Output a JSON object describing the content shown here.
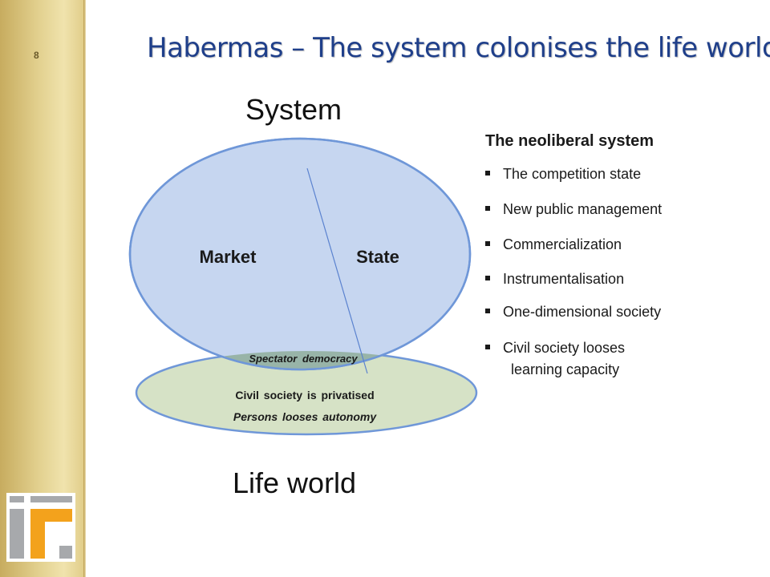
{
  "slide": {
    "number": "8",
    "title": "Habermas – The system colonises the life world"
  },
  "diagram": {
    "system_label": "System",
    "life_world_label": "Life world",
    "market_label": "Market",
    "state_label": "State",
    "overlap_label": "Spectator democracy",
    "life_line1": "Civil society is privatised",
    "life_line2": "Persons looses autonomy",
    "colors": {
      "system_fill": "#c6d6f0",
      "system_stroke": "#6f97d8",
      "life_fill": "#d6e2c6",
      "overlap_fill": "#98b4a8",
      "title_color": "#1f3f8a"
    }
  },
  "panel": {
    "title": "The neoliberal system",
    "items": [
      "The competition state",
      "New public management",
      "Commercialization",
      "Instrumentalisation",
      "One-dimensional society",
      "Civil society looses"
    ],
    "item_continuation": "learning capacity"
  },
  "logo": {
    "text": "ir.",
    "colors": {
      "gray": "#a7a9ac",
      "orange": "#f3a21c",
      "white": "#ffffff"
    }
  }
}
